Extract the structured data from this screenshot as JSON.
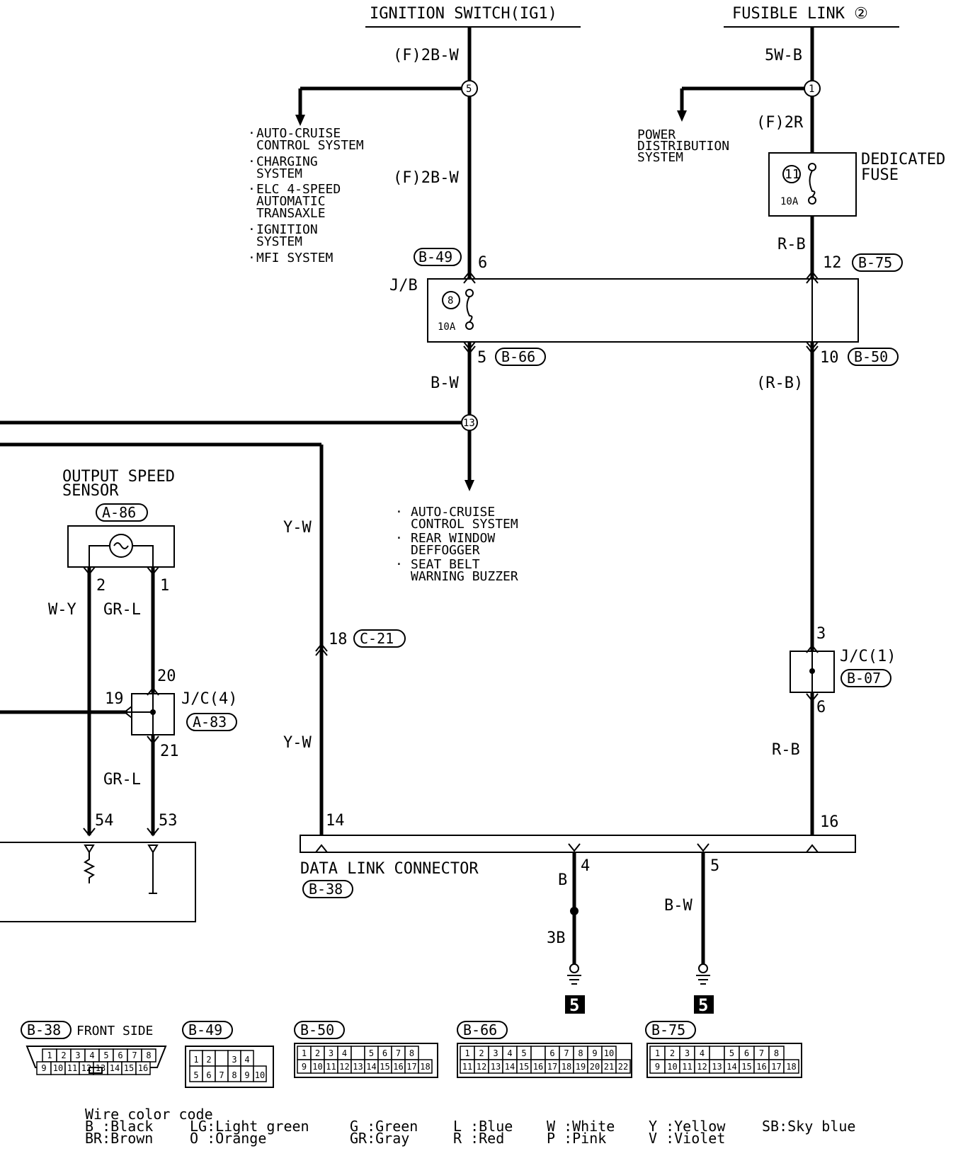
{
  "sources": {
    "ignition": "IGNITION SWITCH(IG1)",
    "fusible": "FUSIBLE LINK ②"
  },
  "wires": {
    "ign_top": "(F)2B-W",
    "ign_mid": "(F)2B-W",
    "fl_top": "5W-B",
    "fl_mid": "(F)2R",
    "fuse_out": "R-B",
    "jb_out_left": "B-W",
    "jb_out_right": "(R-B)",
    "yw_top": "Y-W",
    "yw_bottom": "Y-W",
    "wy": "W-Y",
    "grl_top": "GR-L",
    "grl_bottom": "GR-L",
    "rb_bottom": "R-B",
    "dlc_b": "B",
    "dlc_3b": "3B",
    "dlc_bw": "B-W"
  },
  "splices": {
    "s5": "5",
    "s1": "1",
    "s13": "13"
  },
  "branch_lists": {
    "ign_branch": [
      "AUTO-CRUISE",
      "CONTROL SYSTEM",
      "CHARGING",
      "SYSTEM",
      "ELC 4-SPEED",
      "AUTOMATIC",
      "TRANSAXLE",
      "IGNITION",
      "SYSTEM",
      "MFI SYSTEM"
    ],
    "power_dist": [
      "POWER",
      "DISTRIBUTION",
      "SYSTEM"
    ],
    "jb_branch": [
      "AUTO-CRUISE",
      "CONTROL SYSTEM",
      "REAR WINDOW",
      "DEFFOGGER",
      "SEAT BELT",
      "WARNING BUZZER"
    ]
  },
  "fuses": {
    "dedicated_label_1": "DEDICATED",
    "dedicated_label_2": "FUSE",
    "dedicated_no": "11",
    "dedicated_amp": "10A",
    "jb_label": "J/B",
    "jb_no": "8",
    "jb_amp": "10A"
  },
  "connectors": {
    "b49": "B-49",
    "b75": "B-75",
    "b66": "B-66",
    "b50": "B-50",
    "c21": "C-21",
    "a86": "A-86",
    "a83": "A-83",
    "b07": "B-07",
    "b38": "B-38"
  },
  "pins": {
    "p6": "6",
    "p12": "12",
    "p5": "5",
    "p10": "10",
    "p18": "18",
    "p2": "2",
    "p1": "1",
    "p20": "20",
    "p19": "19",
    "p21": "21",
    "p54": "54",
    "p53": "53",
    "p14": "14",
    "p16": "16",
    "p4": "4",
    "p5b": "5",
    "p3": "3",
    "p6b": "6"
  },
  "components": {
    "oss_1": "OUTPUT SPEED",
    "oss_2": "SENSOR",
    "jc4": "J/C(4)",
    "jc1": "J/C(1)",
    "dlc": "DATA LINK CONNECTOR",
    "ground_no": "5",
    "front_side": "FRONT SIDE"
  },
  "connector_faces": {
    "b38": {
      "top": [
        "1",
        "2",
        "3",
        "4",
        "5",
        "6",
        "7",
        "8"
      ],
      "bottom": [
        "9",
        "10",
        "11",
        "12",
        "13",
        "14",
        "15",
        "16"
      ]
    },
    "b49": {
      "top": [
        "1",
        "2",
        "",
        "3",
        "4"
      ],
      "bottom": [
        "5",
        "6",
        "7",
        "8",
        "9",
        "10"
      ]
    },
    "b50": {
      "top": [
        "1",
        "2",
        "3",
        "4",
        "",
        "5",
        "6",
        "7",
        "8"
      ],
      "bottom": [
        "9",
        "10",
        "11",
        "12",
        "13",
        "14",
        "15",
        "16",
        "17",
        "18"
      ]
    },
    "b66": {
      "top": [
        "1",
        "2",
        "3",
        "4",
        "5",
        "",
        "6",
        "7",
        "8",
        "9",
        "10"
      ],
      "bottom": [
        "11",
        "12",
        "13",
        "14",
        "15",
        "16",
        "17",
        "18",
        "19",
        "20",
        "21",
        "22"
      ]
    },
    "b75": {
      "top": [
        "1",
        "2",
        "3",
        "4",
        "",
        "5",
        "6",
        "7",
        "8"
      ],
      "bottom": [
        "9",
        "10",
        "11",
        "12",
        "13",
        "14",
        "15",
        "16",
        "17",
        "18"
      ]
    }
  },
  "legend": {
    "title": "Wire color code",
    "entries": [
      [
        "B :Black",
        "BR:Brown"
      ],
      [
        "LG:Light green",
        "O :Orange"
      ],
      [
        "G :Green",
        "GR:Gray"
      ],
      [
        "L :Blue",
        "R :Red"
      ],
      [
        "W :White",
        "P :Pink"
      ],
      [
        "Y :Yellow",
        "V :Violet"
      ],
      [
        "SB:Sky blue",
        ""
      ]
    ]
  }
}
